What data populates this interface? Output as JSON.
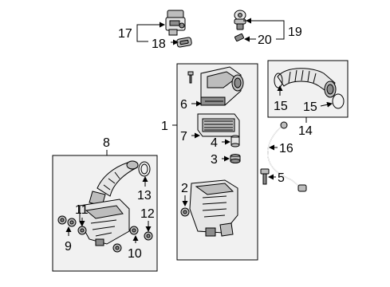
{
  "labels": {
    "l1": "1",
    "l2": "2",
    "l3": "3",
    "l4": "4",
    "l5": "5",
    "l6": "6",
    "l7": "7",
    "l8": "8",
    "l9": "9",
    "l10": "10",
    "l11": "11",
    "l12": "12",
    "l13": "13",
    "l14": "14",
    "l15a": "15",
    "l15b": "15",
    "l16": "16",
    "l17": "17",
    "l18": "18",
    "l19": "19",
    "l20": "20"
  }
}
